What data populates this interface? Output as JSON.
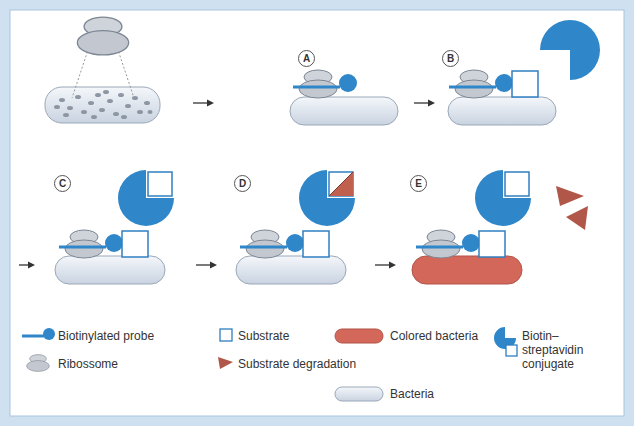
{
  "diagram": {
    "labels": [
      "A",
      "B",
      "C",
      "D",
      "E"
    ],
    "legend": [
      {
        "text": "Biotinylated probe"
      },
      {
        "text": "Substrate"
      },
      {
        "text": "Colored bacteria"
      },
      {
        "text": "Biotin–streptavidin conjugate"
      },
      {
        "text": "Ribossome"
      },
      {
        "text": "Substrate degradation"
      },
      {
        "text": "Bacteria"
      }
    ]
  }
}
